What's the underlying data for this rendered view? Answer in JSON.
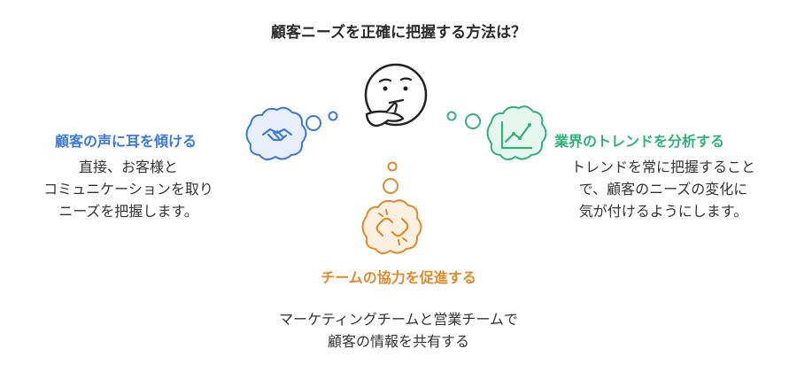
{
  "title": "顧客ニーズを正確に把握する方法は？",
  "left": {
    "heading": "顧客の声に耳を傾ける",
    "lines": [
      "直接、お客様と",
      "コミュニケーションを取り",
      "ニーズを把握します。"
    ],
    "color": "#3b78e0",
    "icon": "handshake-icon"
  },
  "right": {
    "heading": "業界のトレンドを分析する",
    "lines": [
      "トレンドを常に把握すること",
      "で、顧客のニーズの変化に",
      "気が付けるようにします。"
    ],
    "color": "#2fb37a",
    "icon": "line-chart-icon"
  },
  "bottom": {
    "heading": "チームの協力を促進する",
    "lines": [
      "マーケティングチームと営業チームで",
      "顧客の情報を共有する"
    ],
    "color": "#e08a2a",
    "icon": "link-icon"
  },
  "center": {
    "icon": "thinking-face-icon"
  }
}
